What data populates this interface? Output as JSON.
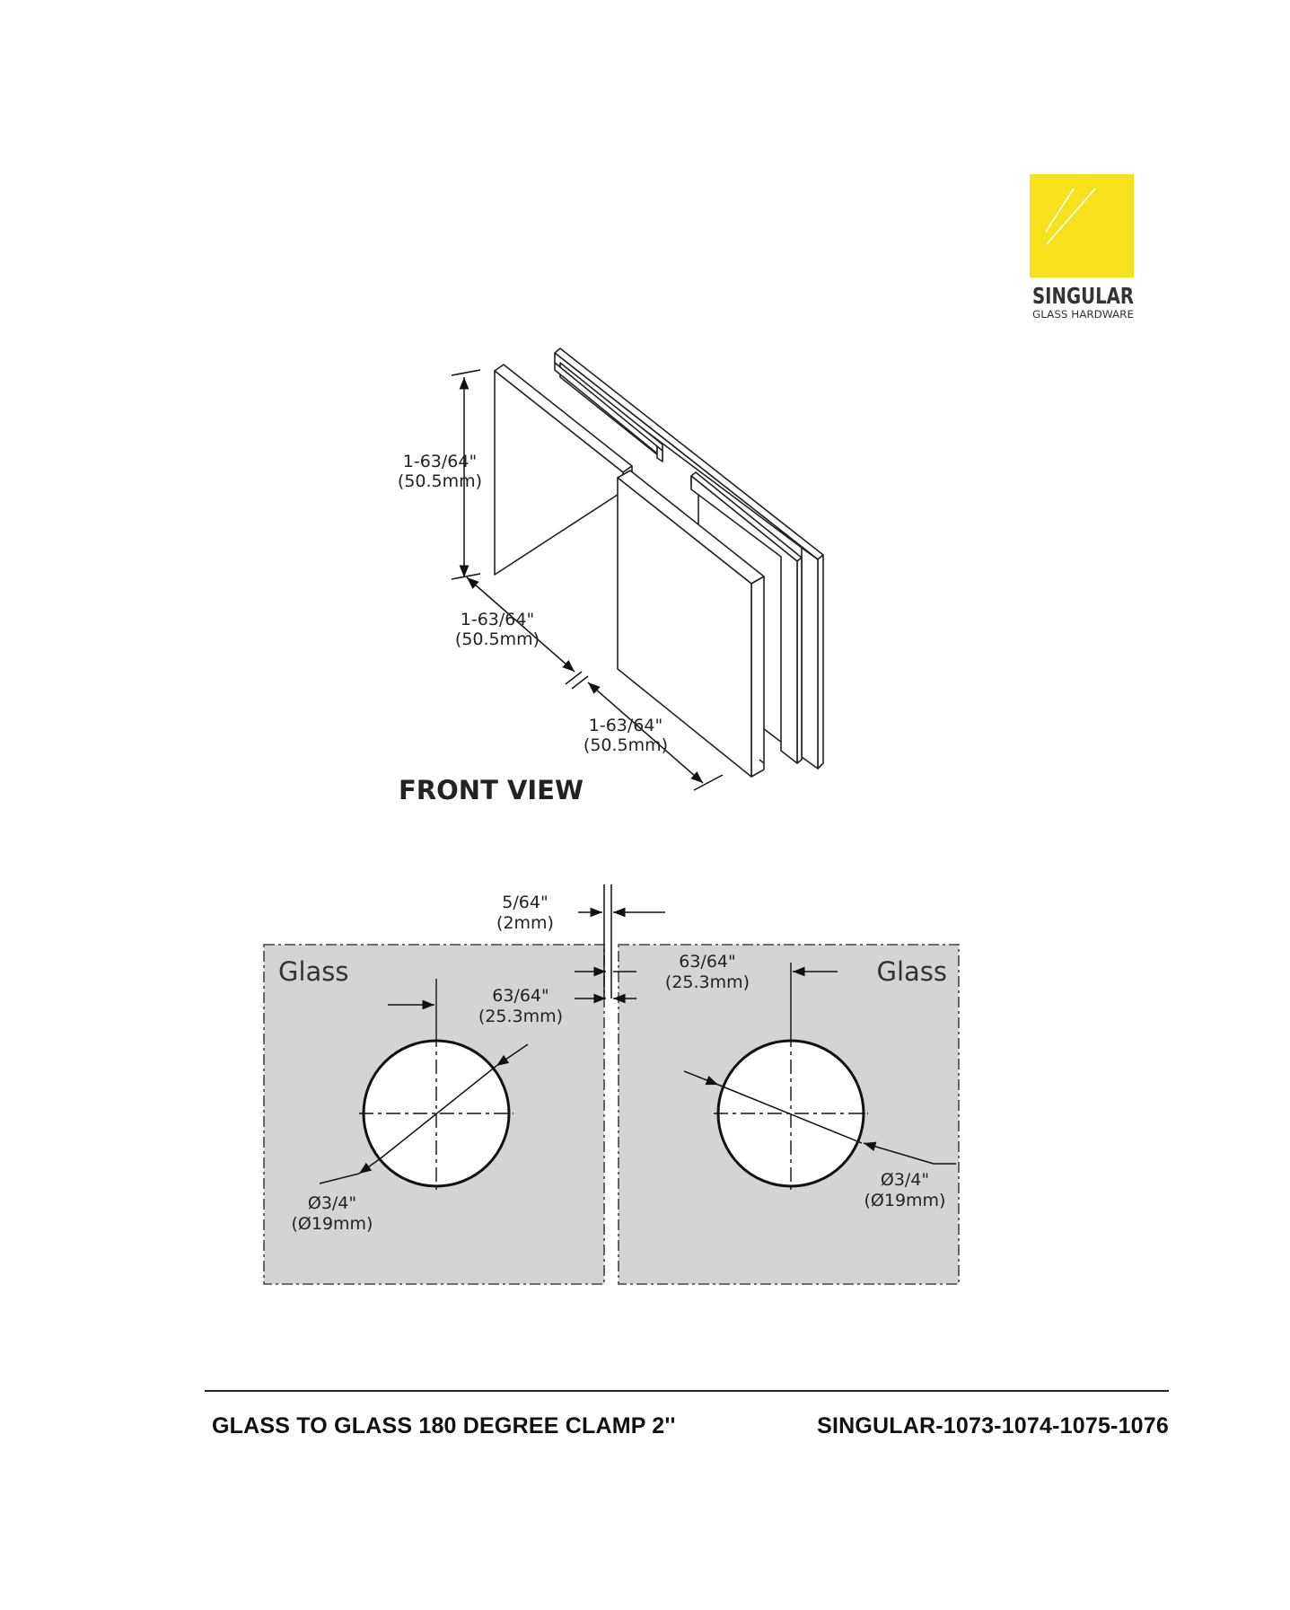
{
  "brand": {
    "name": "SINGULAR",
    "tagline": "GLASS HARDWARE",
    "color": "#f7e11c"
  },
  "front_view": {
    "title": "FRONT VIEW",
    "height_dim": {
      "imperial": "1-63/64\"",
      "metric": "(50.5mm)"
    },
    "width_dim_1": {
      "imperial": "1-63/64\"",
      "metric": "(50.5mm)"
    },
    "width_dim_2": {
      "imperial": "1-63/64\"",
      "metric": "(50.5mm)"
    }
  },
  "plan_view": {
    "left_panel_label": "Glass",
    "right_panel_label": "Glass",
    "gap_dim": {
      "imperial": "5/64\"",
      "metric": "(2mm)"
    },
    "left_offset_dim": {
      "imperial": "63/64\"",
      "metric": "(25.3mm)"
    },
    "right_offset_dim": {
      "imperial": "63/64\"",
      "metric": "(25.3mm)"
    },
    "left_hole_dim": {
      "imperial": "Ø3/4\"",
      "metric": "(Ø19mm)"
    },
    "right_hole_dim": {
      "imperial": "Ø3/4\"",
      "metric": "(Ø19mm)"
    },
    "panel_fill": "#d4d4d4"
  },
  "footer": {
    "product_name": "GLASS TO GLASS 180 DEGREE CLAMP 2''",
    "product_code": "SINGULAR-1073-1074-1075-1076"
  }
}
